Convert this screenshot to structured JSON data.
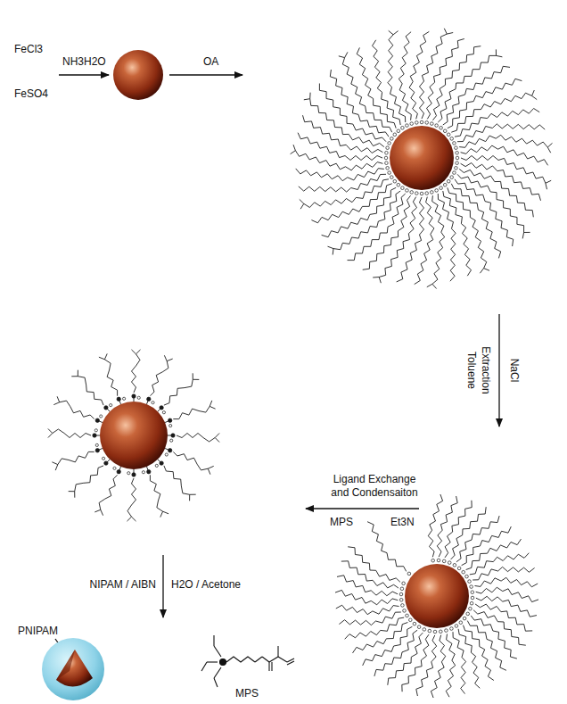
{
  "diagram": {
    "labels": [
      "FeCl3",
      "NH3H2O",
      "FeSO4",
      "OA",
      "Toluene",
      "Extraction",
      "NaCl",
      "Ligand Exchange and Condensaiton",
      "MPS",
      "Et3N",
      "NIPAM / AIBN",
      "H2O / Acetone",
      "PNIPAM",
      "MPS"
    ]
  }
}
